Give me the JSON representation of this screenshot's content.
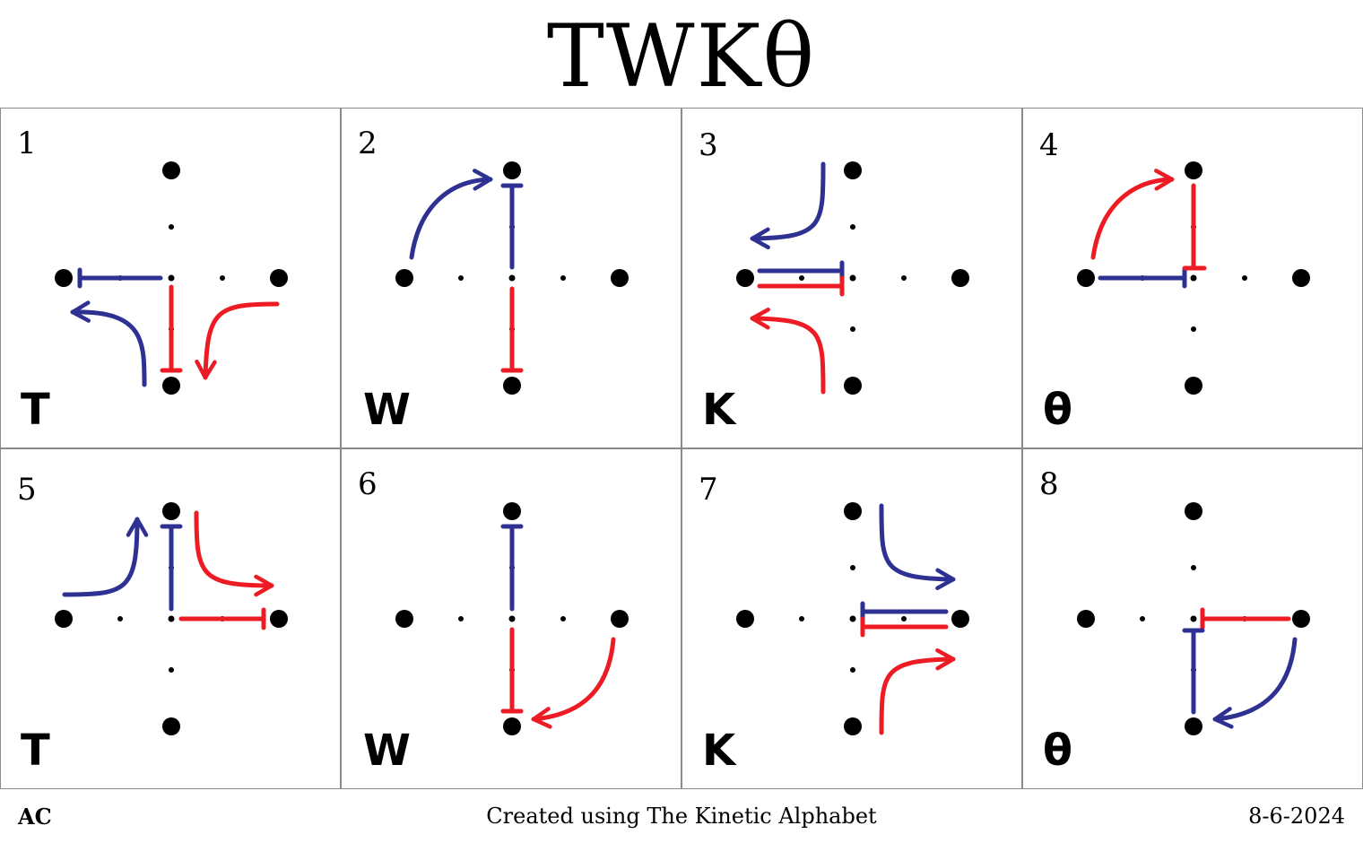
{
  "title": "TWKθ",
  "colors": {
    "blue": "#2e3192",
    "red": "#ed1c24",
    "dot": "#000000",
    "border": "#8a8a8a"
  },
  "panels": [
    {
      "number": "1",
      "letter": "T"
    },
    {
      "number": "2",
      "letter": "W"
    },
    {
      "number": "3",
      "letter": "K"
    },
    {
      "number": "4",
      "letter": "θ"
    },
    {
      "number": "5",
      "letter": "T"
    },
    {
      "number": "6",
      "letter": "W"
    },
    {
      "number": "7",
      "letter": "K"
    },
    {
      "number": "8",
      "letter": "θ"
    }
  ],
  "footer": {
    "left": "AC",
    "center": "Created using The Kinetic Alphabet",
    "right": "8-6-2024"
  }
}
